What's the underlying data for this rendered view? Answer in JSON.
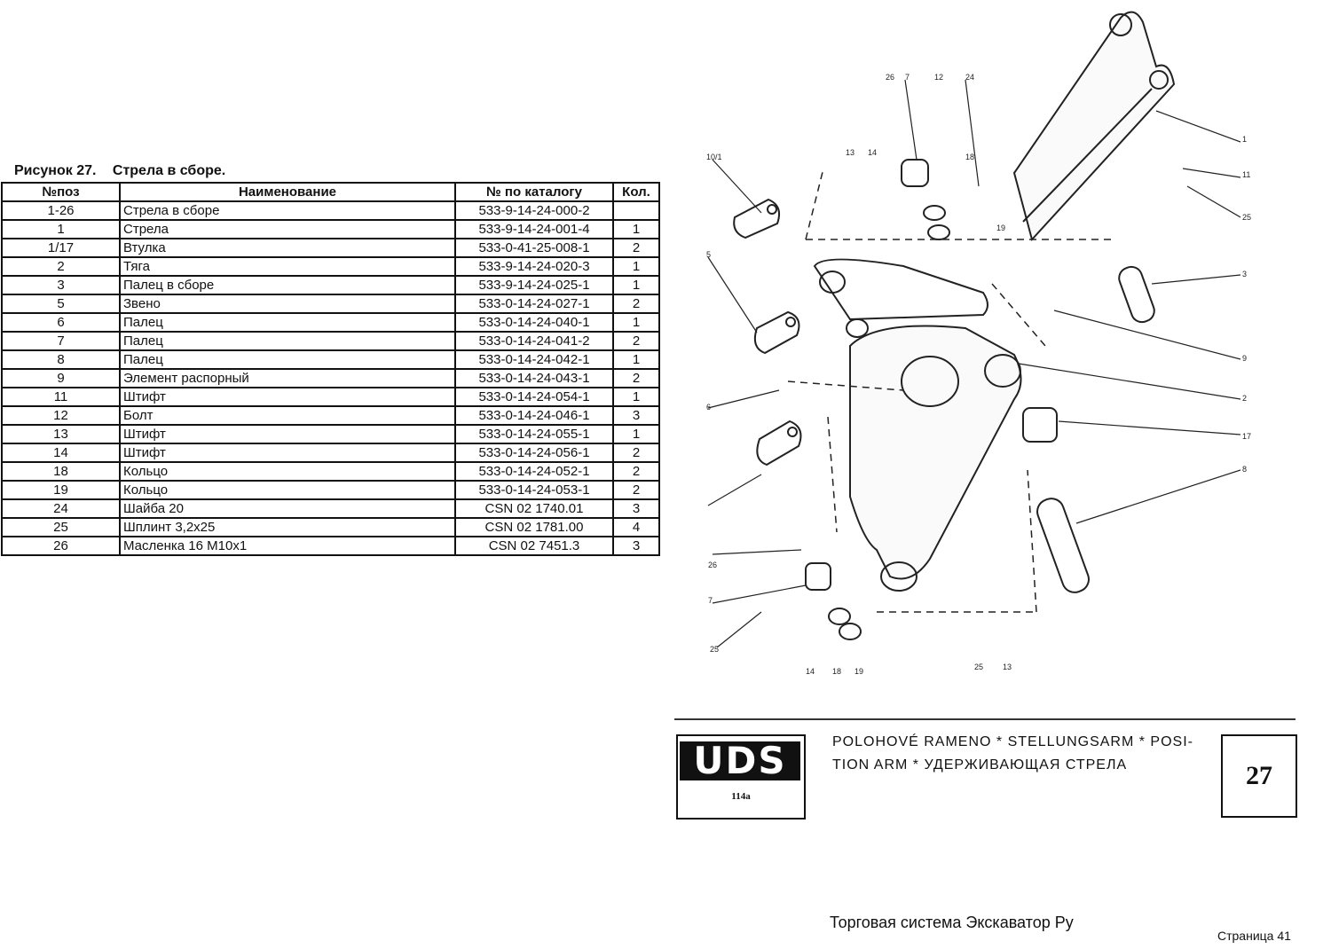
{
  "caption": {
    "number": "Рисунок 27.",
    "title": "Стрела в сборе."
  },
  "table": {
    "headers": [
      "№поз",
      "Наименование",
      "№ по каталогу",
      "Кол."
    ],
    "rows": [
      [
        "1-26",
        "Стрела в сборе",
        "533-9-14-24-000-2",
        ""
      ],
      [
        "1",
        "Стрела",
        "533-9-14-24-001-4",
        "1"
      ],
      [
        "1/17",
        "Втулка",
        "533-0-41-25-008-1",
        "2"
      ],
      [
        "2",
        "Тяга",
        "533-9-14-24-020-3",
        "1"
      ],
      [
        "3",
        "Палец в сборе",
        "533-9-14-24-025-1",
        "1"
      ],
      [
        "5",
        "Звено",
        "533-0-14-24-027-1",
        "2"
      ],
      [
        "6",
        "Палец",
        "533-0-14-24-040-1",
        "1"
      ],
      [
        "7",
        "Палец",
        "533-0-14-24-041-2",
        "2"
      ],
      [
        "8",
        "Палец",
        "533-0-14-24-042-1",
        "1"
      ],
      [
        "9",
        "Элемент распорный",
        "533-0-14-24-043-1",
        "2"
      ],
      [
        "11",
        "Штифт",
        "533-0-14-24-054-1",
        "1"
      ],
      [
        "12",
        "Болт",
        "533-0-14-24-046-1",
        "3"
      ],
      [
        "13",
        "Штифт",
        "533-0-14-24-055-1",
        "1"
      ],
      [
        "14",
        "Штифт",
        "533-0-14-24-056-1",
        "2"
      ],
      [
        "18",
        "Кольцо",
        "533-0-14-24-052-1",
        "2"
      ],
      [
        "19",
        "Кольцо",
        "533-0-14-24-053-1",
        "2"
      ],
      [
        "24",
        "Шайба 20",
        "CSN 02 1740.01",
        "3"
      ],
      [
        "25",
        "Шплинт 3,2x25",
        "CSN 02 1781.00",
        "4"
      ],
      [
        "26",
        "Масленка 16 M10x1",
        "CSN 02 7451.3",
        "3"
      ]
    ]
  },
  "drawing": {
    "callouts": [
      "26",
      "7",
      "12",
      "24",
      "13",
      "14",
      "18",
      "19",
      "1",
      "11",
      "25",
      "3",
      "9",
      "2",
      "17",
      "8",
      "10/1",
      "5",
      "6"
    ],
    "bottom_callouts": [
      "26",
      "7",
      "25",
      "14",
      "18",
      "19",
      "25",
      "13"
    ]
  },
  "title_block": {
    "logo_text": "UDS",
    "logo_sub": "114a",
    "line1": "POLOHOVÉ RAMENO * STELLUNGSARM * POSI-",
    "line2": "TION ARM * УДЕРЖИВАЮЩАЯ СТРЕЛА",
    "page_box": "27"
  },
  "footer": {
    "text": "Торговая система Экскаватор Ру",
    "page": "Страница 41"
  }
}
